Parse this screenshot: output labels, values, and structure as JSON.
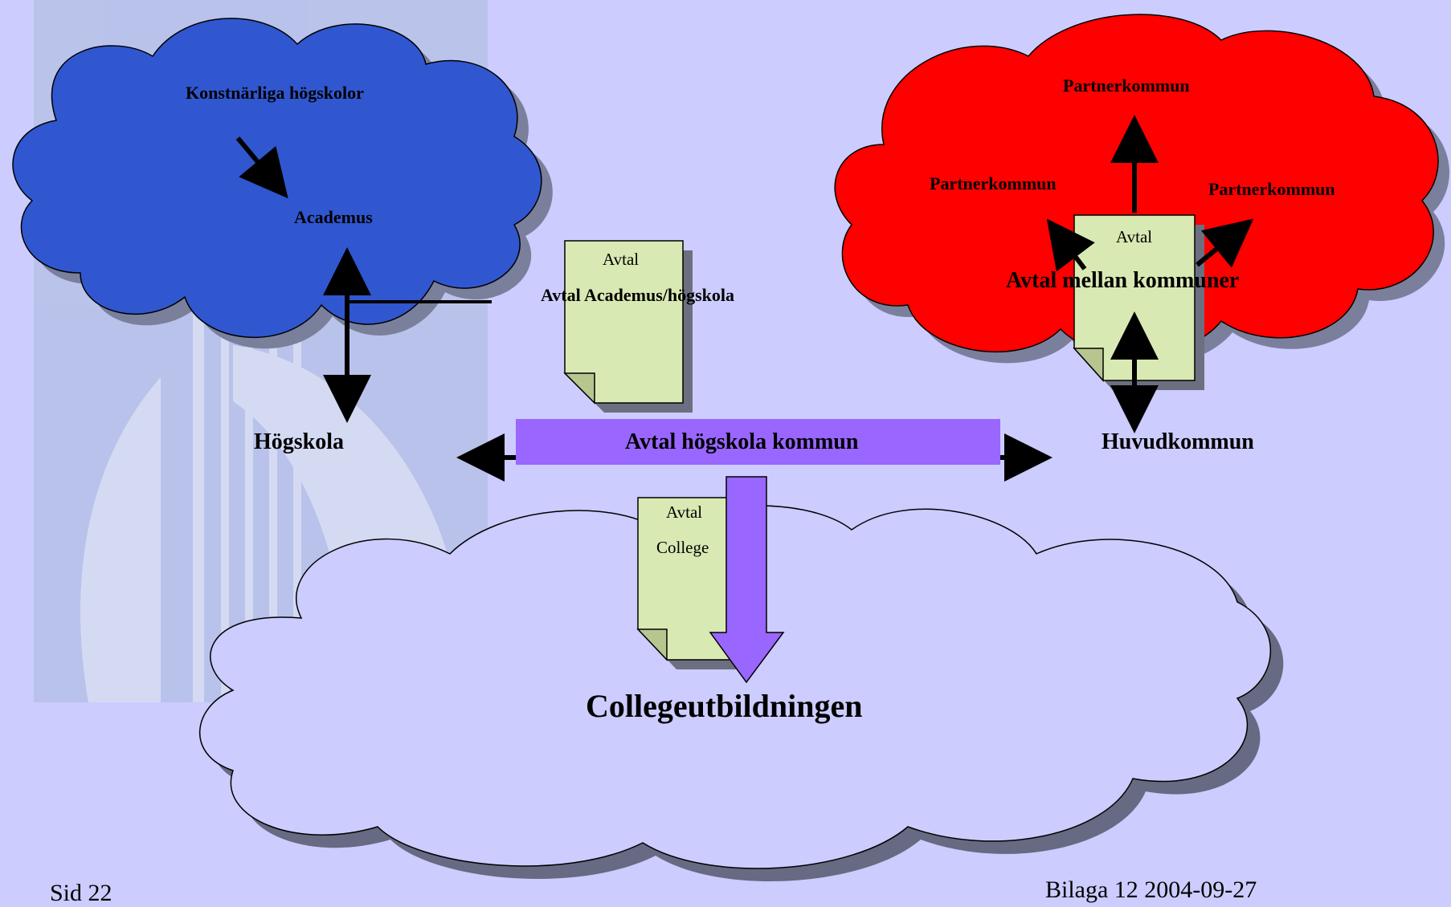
{
  "diagram": {
    "academus_cloud": {
      "top_label": "Konstnärliga högskolor",
      "center_label": "Academus",
      "color": "#3057cf"
    },
    "municipal_cloud": {
      "top_label": "Partnerkommun",
      "left_label": "Partnerkommun",
      "right_label": "Partnerkommun",
      "center_label": "Avtal mellan kommuner",
      "color": "#ff0000"
    },
    "college_cloud": {
      "label": "Collegeutbildningen",
      "color": "#ccccff"
    },
    "documents": {
      "academus_doc": {
        "title": "Avtal",
        "caption": "Avtal Academus/högskola"
      },
      "kommun_doc": {
        "title": "Avtal"
      },
      "college_doc": {
        "title": "Avtal",
        "subtitle": "College"
      },
      "color": "#d9e9b3"
    },
    "nodes": {
      "hogskola": "Högskola",
      "huvudkommun": "Huvudkommun"
    },
    "banner": {
      "label": "Avtal högskola kommun",
      "color": "#9966ff"
    }
  },
  "footer": {
    "page": "Sid 22",
    "appendix": "Bilaga 12 2004-09-27"
  }
}
